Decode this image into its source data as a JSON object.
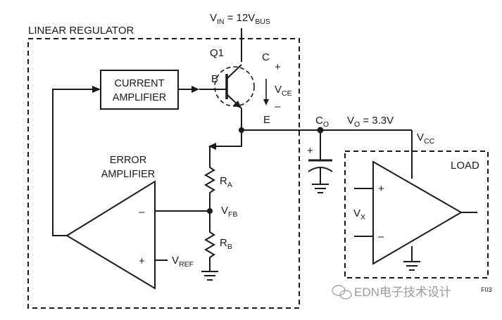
{
  "title": "LINEAR REGULATOR",
  "input": {
    "main": "V",
    "sub": "IN",
    "eq": " = 12V",
    "sub2": "BUS"
  },
  "transistor": {
    "name": "Q1",
    "b": "B",
    "c": "C",
    "e": "E",
    "plus": "+",
    "minus": "–",
    "vce_main": "V",
    "vce_sub": "CE"
  },
  "blocks": {
    "current_amp": [
      "CURRENT",
      "AMPLIFIER"
    ],
    "error_amp": [
      "ERROR",
      "AMPLIFIER"
    ],
    "load": "LOAD"
  },
  "signals": {
    "ra_main": "R",
    "ra_sub": "A",
    "rb_main": "R",
    "rb_sub": "B",
    "vfb_main": "V",
    "vfb_sub": "FB",
    "vref_main": "V",
    "vref_sub": "REF",
    "co_main": "C",
    "co_sub": "O",
    "vo_main": "V",
    "vo_sub": "O",
    "vo_eq": " = 3.3V",
    "vcc_main": "V",
    "vcc_sub": "CC",
    "vx_main": "V",
    "vx_sub": "X"
  },
  "opamp_signs": {
    "err_minus": "–",
    "err_plus": "+",
    "load_plus": "+",
    "load_minus": "–"
  },
  "cap_plus": "+",
  "figure_code": "F03",
  "watermark": "EDN电子技术设计"
}
